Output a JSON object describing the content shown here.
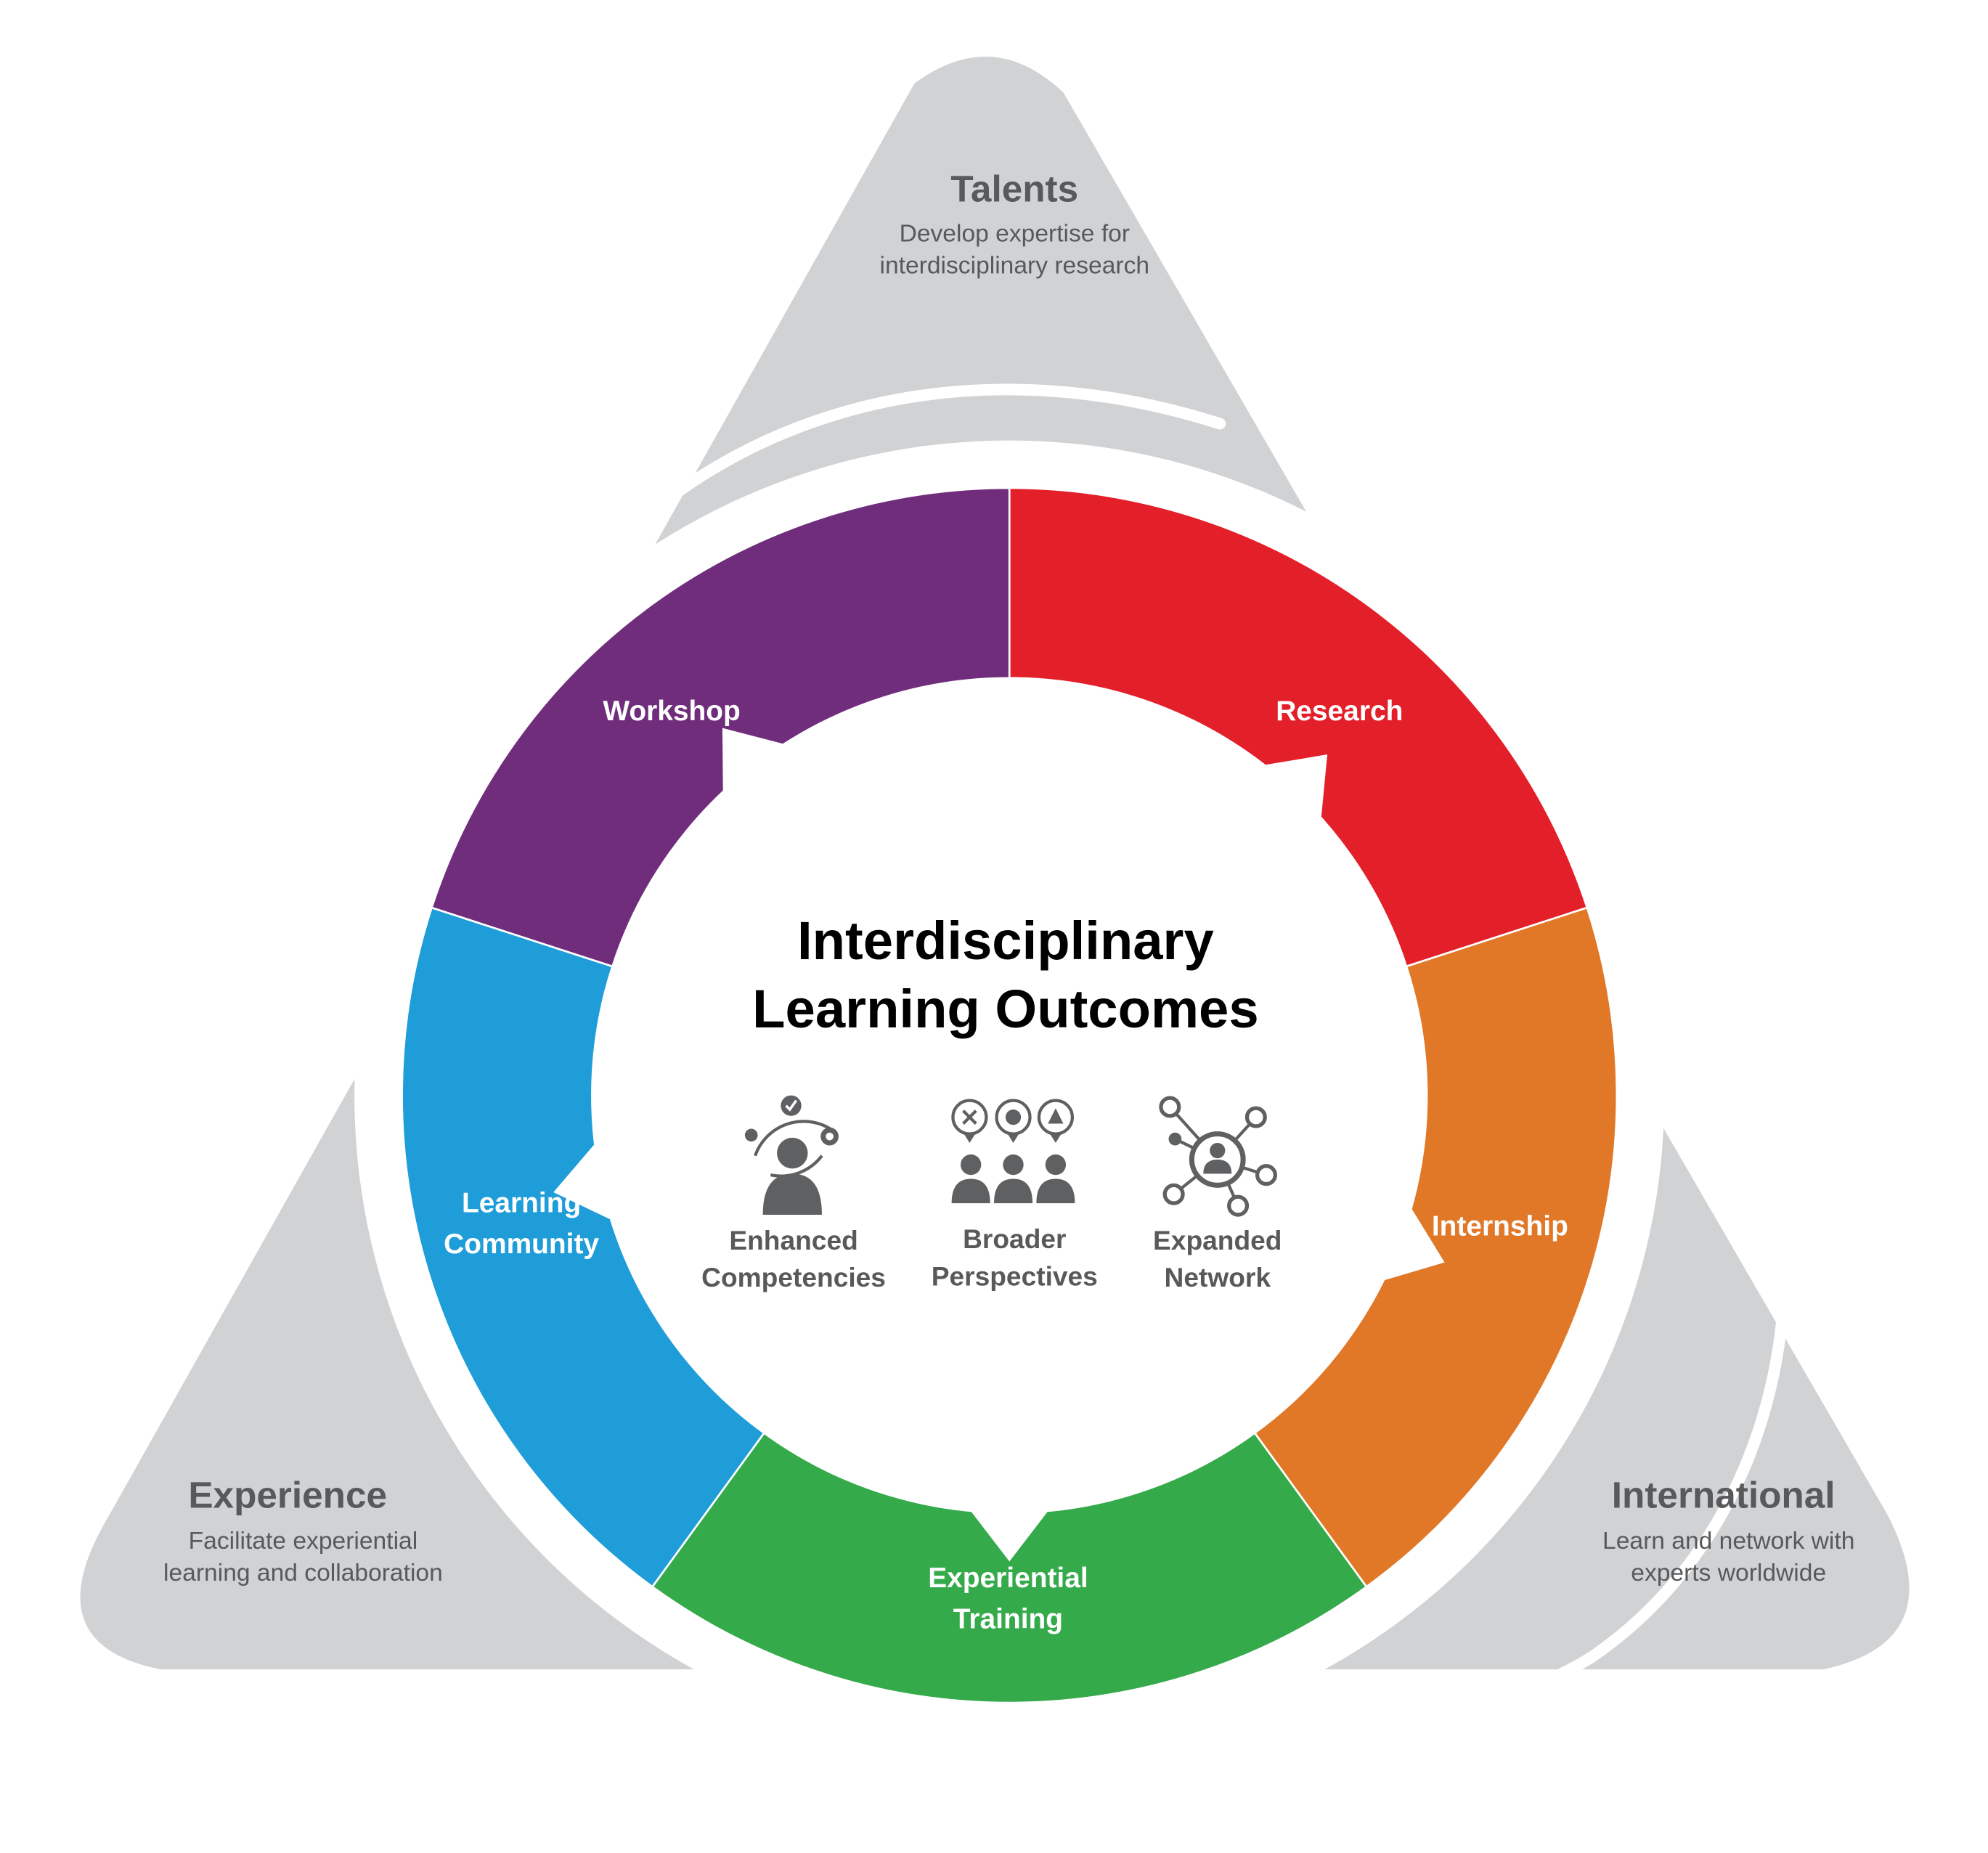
{
  "colors": {
    "background": "#ffffff",
    "triangle": "#d1d2d4",
    "text_gray": "#58595b",
    "icon_gray": "#5f6062",
    "workshop": "#702d7c",
    "research": "#e31f2a",
    "internship": "#e07827",
    "experiential_training": "#35aa4b",
    "learning_community": "#1f9dd9"
  },
  "center": {
    "title_line1": "Interdisciplinary",
    "title_line2": "Learning Outcomes"
  },
  "outcomes": [
    {
      "icon": "person-skills-icon",
      "line1": "Enhanced",
      "line2": "Competencies"
    },
    {
      "icon": "group-perspectives-icon",
      "line1": "Broader",
      "line2": "Perspectives"
    },
    {
      "icon": "network-icon",
      "line1": "Expanded",
      "line2": "Network"
    }
  ],
  "segments": [
    {
      "key": "research",
      "line1": "Research",
      "line2": ""
    },
    {
      "key": "internship",
      "line1": "Internship",
      "line2": ""
    },
    {
      "key": "experiential_training",
      "line1": "Experiential",
      "line2": "Training"
    },
    {
      "key": "learning_community",
      "line1": "Learning",
      "line2": "Community"
    },
    {
      "key": "workshop",
      "line1": "Workshop",
      "line2": ""
    }
  ],
  "corners": {
    "talents": {
      "title": "Talents",
      "line1": "Develop expertise for",
      "line2": "interdisciplinary research"
    },
    "experience": {
      "title": "Experience",
      "line1": "Facilitate experiential",
      "line2": "learning and collaboration"
    },
    "international": {
      "title": "International",
      "line1": "Learn and network with",
      "line2": "experts worldwide"
    }
  }
}
